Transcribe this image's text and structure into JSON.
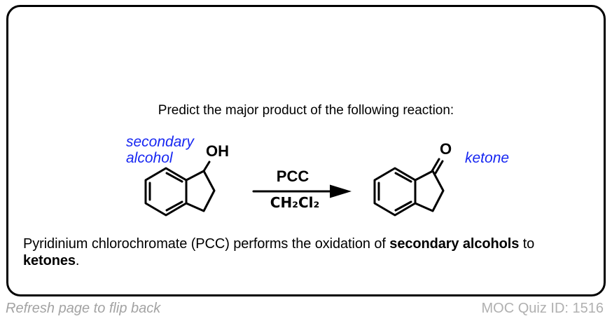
{
  "card": {
    "title": "Predict the major product of the following reaction:",
    "reaction": {
      "reactant_annotation_line1": "secondary",
      "reactant_annotation_line2": "alcohol",
      "reactant_substituent": "OH",
      "reagent_above_arrow": "PCC",
      "solvent_below_arrow": "CH₂Cl₂",
      "product_substituent": "O",
      "product_annotation": "ketone"
    },
    "explanation": {
      "seg1": "Pyridinium chlorochromate (PCC) performs the oxidation of ",
      "seg2_bold": "secondary alcohols",
      "seg3": " to ",
      "seg4_bold": "ketones",
      "seg5": "."
    }
  },
  "footer": {
    "flip_hint": "Refresh page to flip back",
    "quiz_id": "MOC Quiz ID: 1516"
  },
  "colors": {
    "ink": "#000000",
    "annotation_blue": "#1626f2",
    "footer_gray": "#a9a9a9",
    "card_border": "#000000",
    "background": "#ffffff"
  }
}
